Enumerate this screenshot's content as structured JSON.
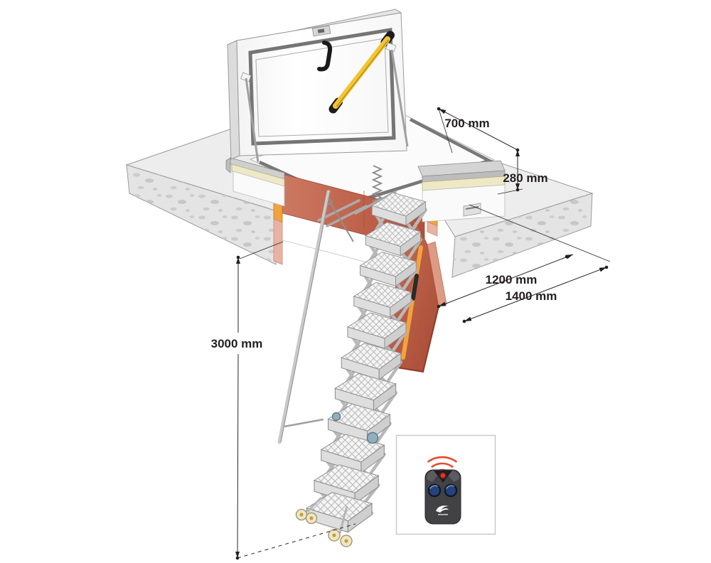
{
  "figure": {
    "name": "Flat roof access hatch with concertina scissor loft ladder and remote control",
    "dimension_labels": {
      "hatch_width": "700 mm",
      "upstand_height": "280 mm",
      "opening_length": "1200 mm",
      "outer_frame_length": "1400 mm",
      "ceiling_height": "3000 mm"
    }
  },
  "remote": {
    "button_count": 2
  },
  "colors": {
    "concrete_top": "#ededed",
    "concrete_face": "#e4e4e4",
    "speckle": "#c9c9c9",
    "shaft_red": "#c05a45",
    "shaft_red_deep": "#a64b36",
    "shaft_salmon": "#e9b3a3",
    "accent_orange": "#f2a33c",
    "insulation_cream": "#efe8c6",
    "strut_yellow": "#f3c433",
    "dimension_ink": "#231f20",
    "signal_red": "#e84b2c",
    "led_red": "#ed3124",
    "button_blue": "#24427c",
    "remote_body": "#424245"
  }
}
